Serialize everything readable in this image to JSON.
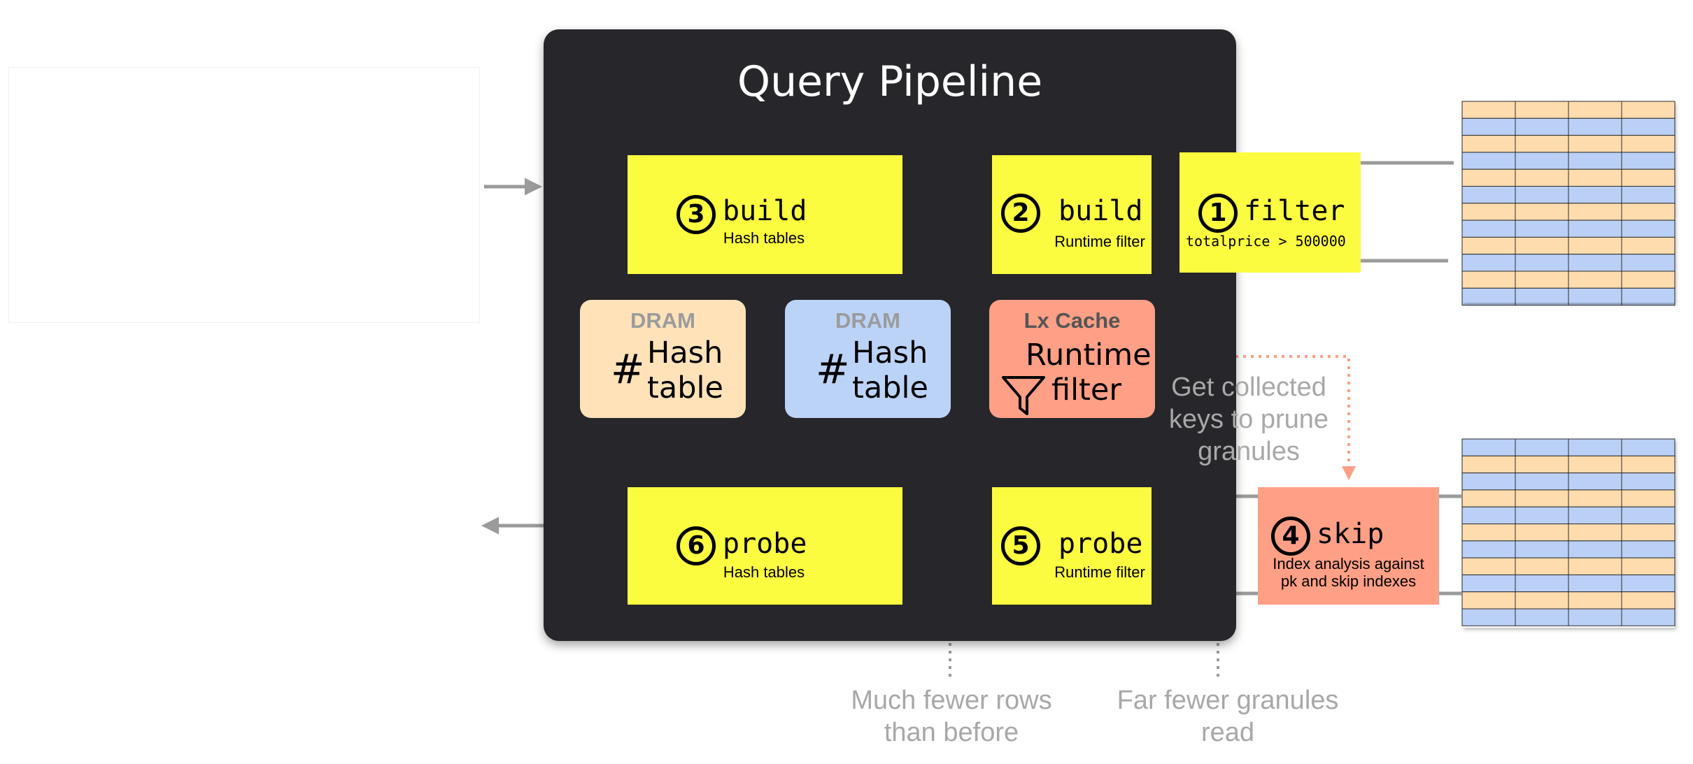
{
  "title": "Query Pipeline",
  "stages": {
    "build_hash": {
      "number": "3",
      "label": "build",
      "sub": "Hash tables"
    },
    "build_filter": {
      "number": "2",
      "label": "build",
      "sub": "Runtime filter"
    },
    "filter": {
      "number": "1",
      "label": "filter",
      "sub": "totalprice > 500000"
    },
    "probe_hash": {
      "number": "6",
      "label": "probe",
      "sub": "Hash tables"
    },
    "probe_filter": {
      "number": "5",
      "label": "probe",
      "sub": "Runtime filter"
    },
    "skip": {
      "number": "4",
      "label": "skip",
      "sub_line1": "Index analysis against",
      "sub_line2": "pk and skip indexes"
    }
  },
  "cards": [
    {
      "head": "DRAM",
      "line1": "Hash",
      "line2": "table",
      "symbol": "#",
      "color": "#ffe2b8"
    },
    {
      "head": "DRAM",
      "line1": "Hash",
      "line2": "table",
      "symbol": "#",
      "color": "#bcd3f8"
    },
    {
      "head": "Lx Cache",
      "line1": "Runtime",
      "line2": "filter",
      "symbol": "funnel-icon",
      "color": "#ff9f86"
    }
  ],
  "notes": {
    "collected": [
      "Get collected",
      "keys to prune",
      "granules"
    ],
    "fewer_rows": [
      "Much fewer rows",
      "than before"
    ],
    "fewer_granules": [
      "Far fewer granules",
      "read"
    ]
  },
  "colors": {
    "panel": "#26262b",
    "yellow": "#fbfc3f",
    "salmon": "#ff9f86",
    "peach": "#ffe2b8",
    "blue": "#bcd3f8",
    "line": "#9b9b9b",
    "dotted": "#ff9f86",
    "grid_peach": "#ffdcae",
    "grid_blue": "#bad0f6"
  }
}
